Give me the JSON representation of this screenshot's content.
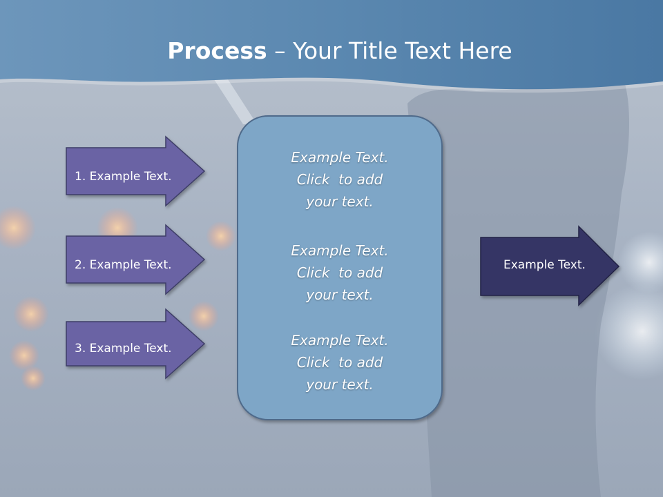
{
  "title": {
    "bold": "Process",
    "rest": " – Your Title Text Here"
  },
  "left_arrows": [
    {
      "label": "1. Example Text."
    },
    {
      "label": "2. Example Text."
    },
    {
      "label": "3. Example Text."
    }
  ],
  "center_box": {
    "blocks": [
      {
        "lines": [
          "Example Text.",
          "Click  to add",
          "your text."
        ]
      },
      {
        "lines": [
          "Example Text.",
          "Click  to add",
          "your text."
        ]
      },
      {
        "lines": [
          "Example Text.",
          "Click  to add",
          "your text."
        ]
      }
    ]
  },
  "right_arrow": {
    "label": "Example Text."
  },
  "colors": {
    "header_band": "#5183ae",
    "left_arrow_fill": "#6a64a4",
    "right_arrow_fill": "#343565",
    "center_box_fill": "#7ea6c7"
  }
}
